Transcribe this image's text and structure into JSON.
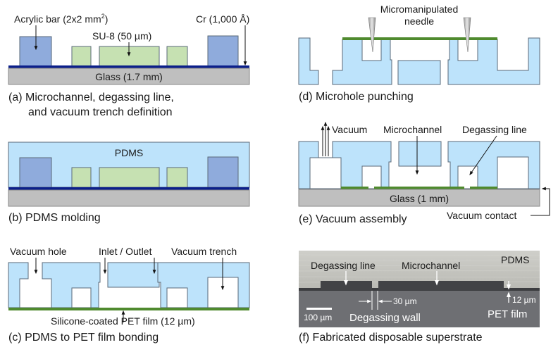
{
  "figure": {
    "panels": [
      {
        "id": "a",
        "caption_line1": "(a) Microchannel, degassing line,",
        "caption_line2": "and vacuum trench definition",
        "labels": {
          "acrylic": "Acrylic bar (2x2 mm",
          "acrylic_sup": "2",
          "acrylic_end": ")",
          "su8": "SU-8 (50 µm)",
          "cr": "Cr (1,000 Å)",
          "glass": "Glass (1.7 mm)"
        }
      },
      {
        "id": "b",
        "caption": "(b) PDMS molding",
        "labels": {
          "pdms": "PDMS"
        }
      },
      {
        "id": "c",
        "caption": "(c) PDMS to PET film bonding",
        "labels": {
          "vacuum_hole": "Vacuum hole",
          "inlet_outlet": "Inlet / Outlet",
          "vacuum_trench": "Vacuum trench",
          "pet_film": "Silicone-coated PET film (12 µm)"
        }
      },
      {
        "id": "d",
        "caption": "(d) Microhole punching",
        "labels": {
          "needle_line1": "Micromanipulated",
          "needle_line2": "needle"
        }
      },
      {
        "id": "e",
        "caption": "(e) Vacuum assembly",
        "labels": {
          "vacuum": "Vacuum",
          "microchannel": "Microchannel",
          "degassing_line": "Degassing line",
          "glass": "Glass (1 mm)",
          "vacuum_contact": "Vacuum contact"
        }
      },
      {
        "id": "f",
        "caption": "(f) Fabricated disposable superstrate",
        "labels": {
          "degassing_line": "Degassing line",
          "microchannel": "Microchannel",
          "pdms": "PDMS",
          "wall_width": "30 µm",
          "film_thickness": "12 µm",
          "scale_bar": "100 µm",
          "degassing_wall": "Degassing wall",
          "pet_film": "PET film"
        }
      }
    ],
    "colors": {
      "pdms": "#bde3fb",
      "acrylic": "#8fabdc",
      "su8": "#c6e1b2",
      "glass": "#bfbfbf",
      "chromium": "#0b1f8a",
      "pet_film": "#4f8a2e",
      "photo_bg_top": "#c9c9c4",
      "photo_bg_bottom": "#6e6f73"
    }
  }
}
